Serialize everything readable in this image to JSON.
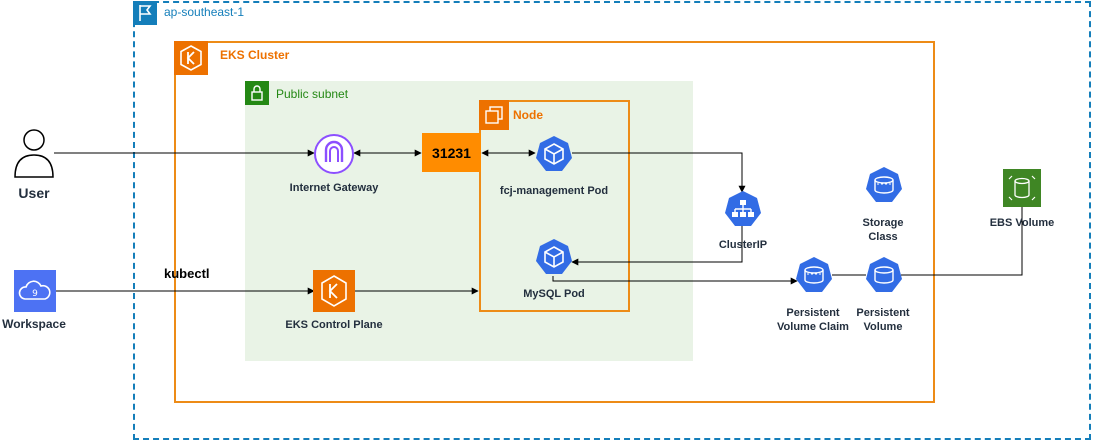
{
  "groups": {
    "region": "ap-southeast-1",
    "cluster": "EKS Cluster",
    "subnet": "Public subnet",
    "node": "Node"
  },
  "nodes": {
    "user": "User",
    "workspace": "Workspace",
    "internet_gateway": "Internet Gateway",
    "port": "31231",
    "fcj_pod": "fcj-management Pod",
    "mysql_pod": "MySQL Pod",
    "control_plane": "EKS Control Plane",
    "cluster_ip": "ClusterIP",
    "storage_class_line1": "Storage",
    "storage_class_line2": "Class",
    "pvc_line1": "Persistent",
    "pvc_line2": "Volume Claim",
    "pv_line1": "Persistent",
    "pv_line2": "Volume",
    "ebs_volume": "EBS Volume"
  },
  "edge_labels": {
    "kubectl": "kubectl"
  },
  "colors": {
    "region": "#147eba",
    "cluster": "#ed7100",
    "subnet_fill": "#e9f3e6",
    "subnet_accent": "#248814",
    "port_fill": "#ff8c00",
    "k8s_blue": "#326ce5",
    "igw_purple": "#8c4fff",
    "workspace_blue": "#4d72f3",
    "ebs_green": "#3f8624"
  }
}
